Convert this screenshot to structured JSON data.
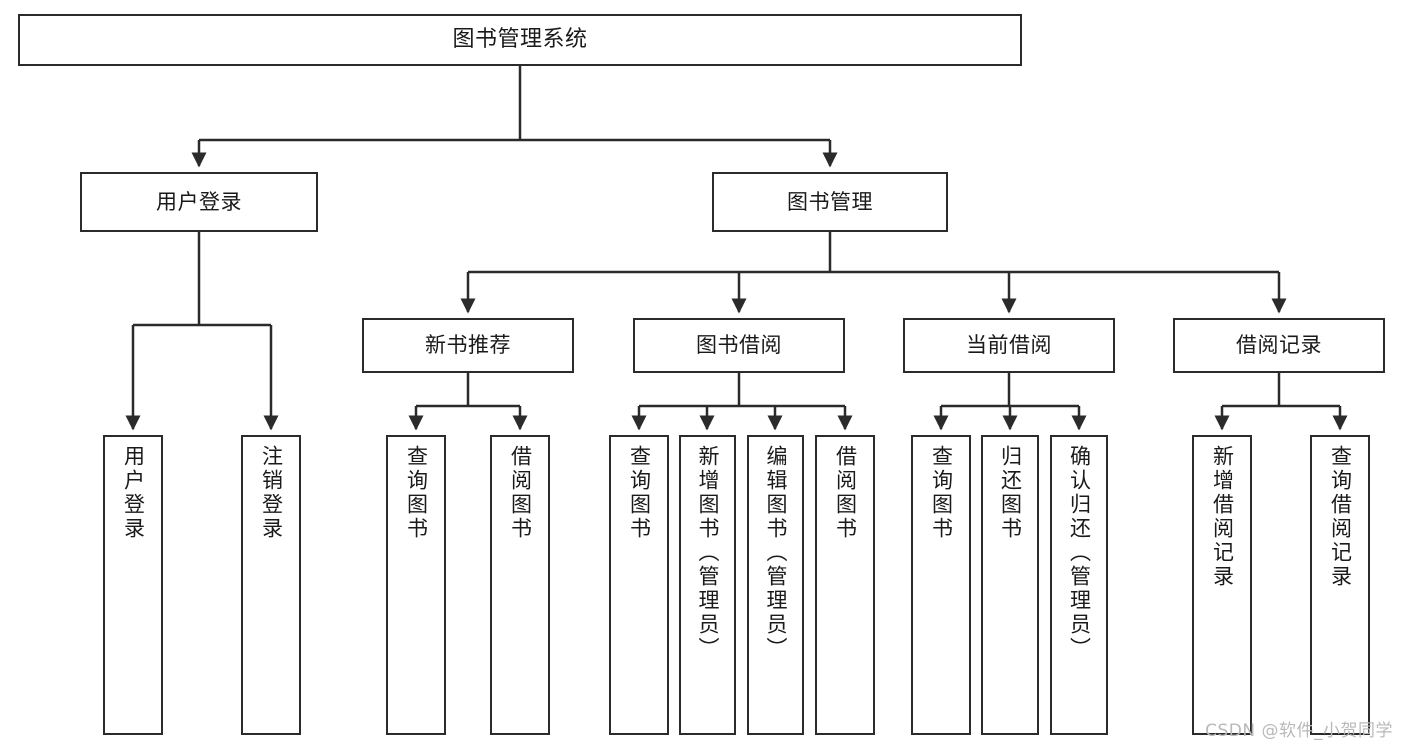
{
  "diagram": {
    "title": "图书管理系统",
    "watermark": "CSDN @软件_小贺同学",
    "line_color": "#2b2b2b",
    "box_fill": "#ffffff",
    "text_color": "#1a1a1a",
    "watermark_color": "#b9b9b9"
  },
  "nodes": {
    "root": {
      "label": "图书管理系统"
    },
    "level1": [
      {
        "label": "用户登录"
      },
      {
        "label": "图书管理"
      }
    ],
    "level2": [
      {
        "label": "新书推荐"
      },
      {
        "label": "图书借阅"
      },
      {
        "label": "当前借阅"
      },
      {
        "label": "借阅记录"
      }
    ],
    "leaves": [
      {
        "label": "用户登录"
      },
      {
        "label": "注销登录"
      },
      {
        "label": "查询图书"
      },
      {
        "label": "借阅图书"
      },
      {
        "label": "查询图书"
      },
      {
        "label": "新增图书（管理员）"
      },
      {
        "label": "编辑图书（管理员）"
      },
      {
        "label": "借阅图书"
      },
      {
        "label": "查询图书"
      },
      {
        "label": "归还图书"
      },
      {
        "label": "确认归还（管理员）"
      },
      {
        "label": "新增借阅记录"
      },
      {
        "label": "查询借阅记录"
      }
    ]
  },
  "tree": {
    "name": "图书管理系统",
    "children": [
      {
        "name": "用户登录",
        "children": [
          {
            "name": "用户登录"
          },
          {
            "name": "注销登录"
          }
        ]
      },
      {
        "name": "图书管理",
        "children": [
          {
            "name": "新书推荐",
            "children": [
              {
                "name": "查询图书"
              },
              {
                "name": "借阅图书"
              }
            ]
          },
          {
            "name": "图书借阅",
            "children": [
              {
                "name": "查询图书"
              },
              {
                "name": "新增图书（管理员）"
              },
              {
                "name": "编辑图书（管理员）"
              },
              {
                "name": "借阅图书"
              }
            ]
          },
          {
            "name": "当前借阅",
            "children": [
              {
                "name": "查询图书"
              },
              {
                "name": "归还图书"
              },
              {
                "name": "确认归还（管理员）"
              }
            ]
          },
          {
            "name": "借阅记录",
            "children": [
              {
                "name": "新增借阅记录"
              },
              {
                "name": "查询借阅记录"
              }
            ]
          }
        ]
      }
    ]
  }
}
